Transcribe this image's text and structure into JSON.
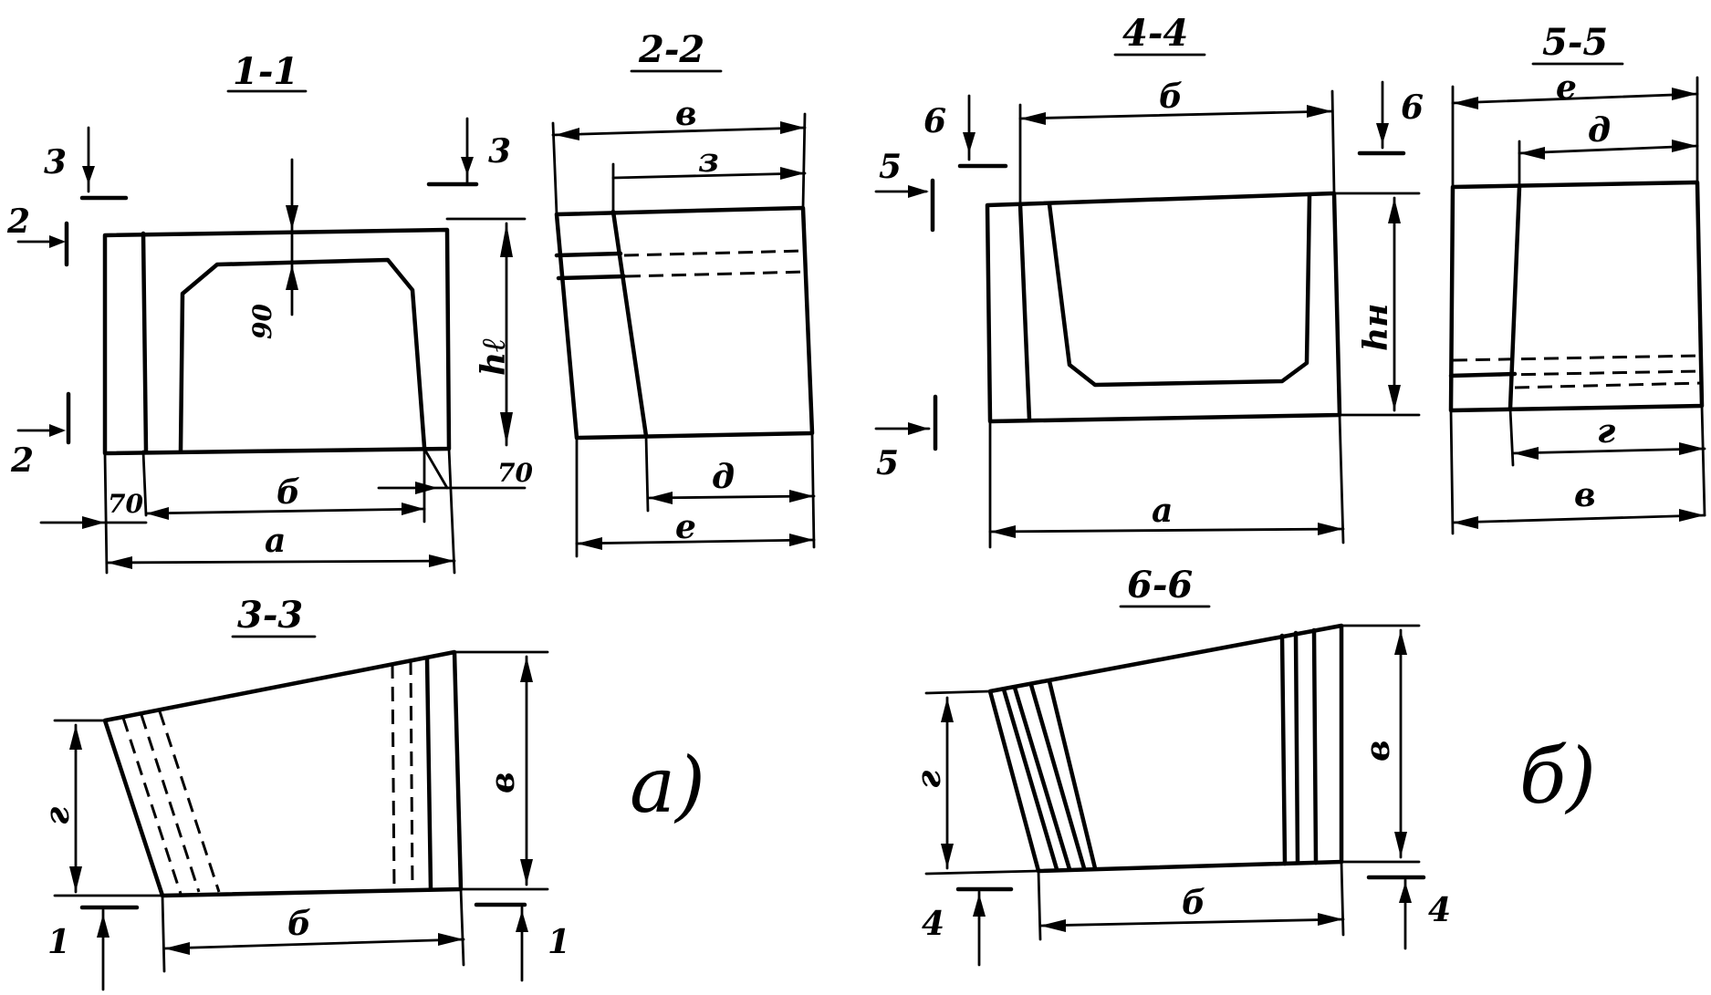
{
  "sections": {
    "s11": "1-1",
    "s22": "2-2",
    "s33": "3-3",
    "s44": "4-4",
    "s55": "5-5",
    "s66": "6-6"
  },
  "markers": {
    "m1": "1",
    "m2": "2",
    "m3": "3",
    "m4": "4",
    "m5": "5",
    "m6": "6"
  },
  "dims": {
    "a": "a",
    "b": "б",
    "v": "в",
    "g": "г",
    "d": "д",
    "e": "е",
    "z": "з",
    "hl": "hℓ",
    "hn": "hн",
    "d70": "70",
    "d90": "90"
  },
  "variants": {
    "a": "a)",
    "b": "б)"
  }
}
